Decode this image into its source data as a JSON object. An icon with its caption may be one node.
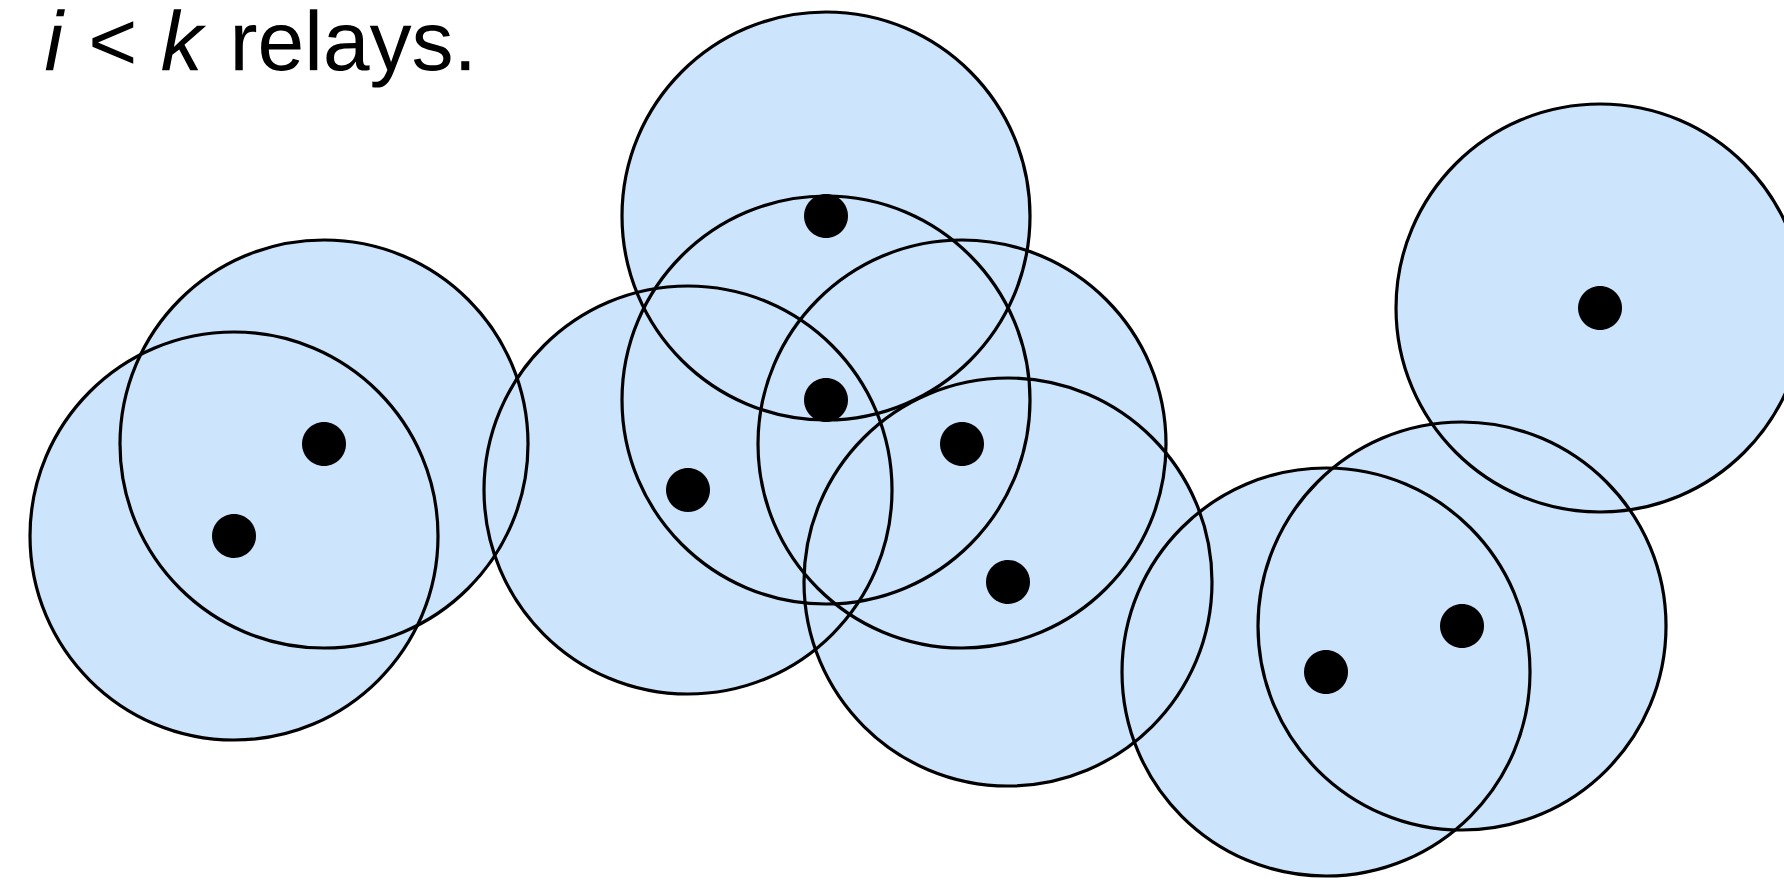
{
  "diagram": {
    "nodes": [
      {
        "text": [],
        "shape": "circle"
      },
      {
        "text": [],
        "shape": "circle"
      },
      {
        "text": [],
        "shape": "circle"
      },
      {
        "text": [],
        "shape": "circle"
      },
      {
        "text": [],
        "shape": "circle"
      },
      {
        "text": [],
        "shape": "circle"
      },
      {
        "text": [],
        "shape": "circle"
      },
      {
        "text": [],
        "shape": "circle"
      },
      {
        "text": [],
        "shape": "circle"
      },
      {
        "text": [],
        "shape": "circle"
      }
    ],
    "edges": [],
    "labels": [
      "*i* < *k* relays."
    ]
  }
}
